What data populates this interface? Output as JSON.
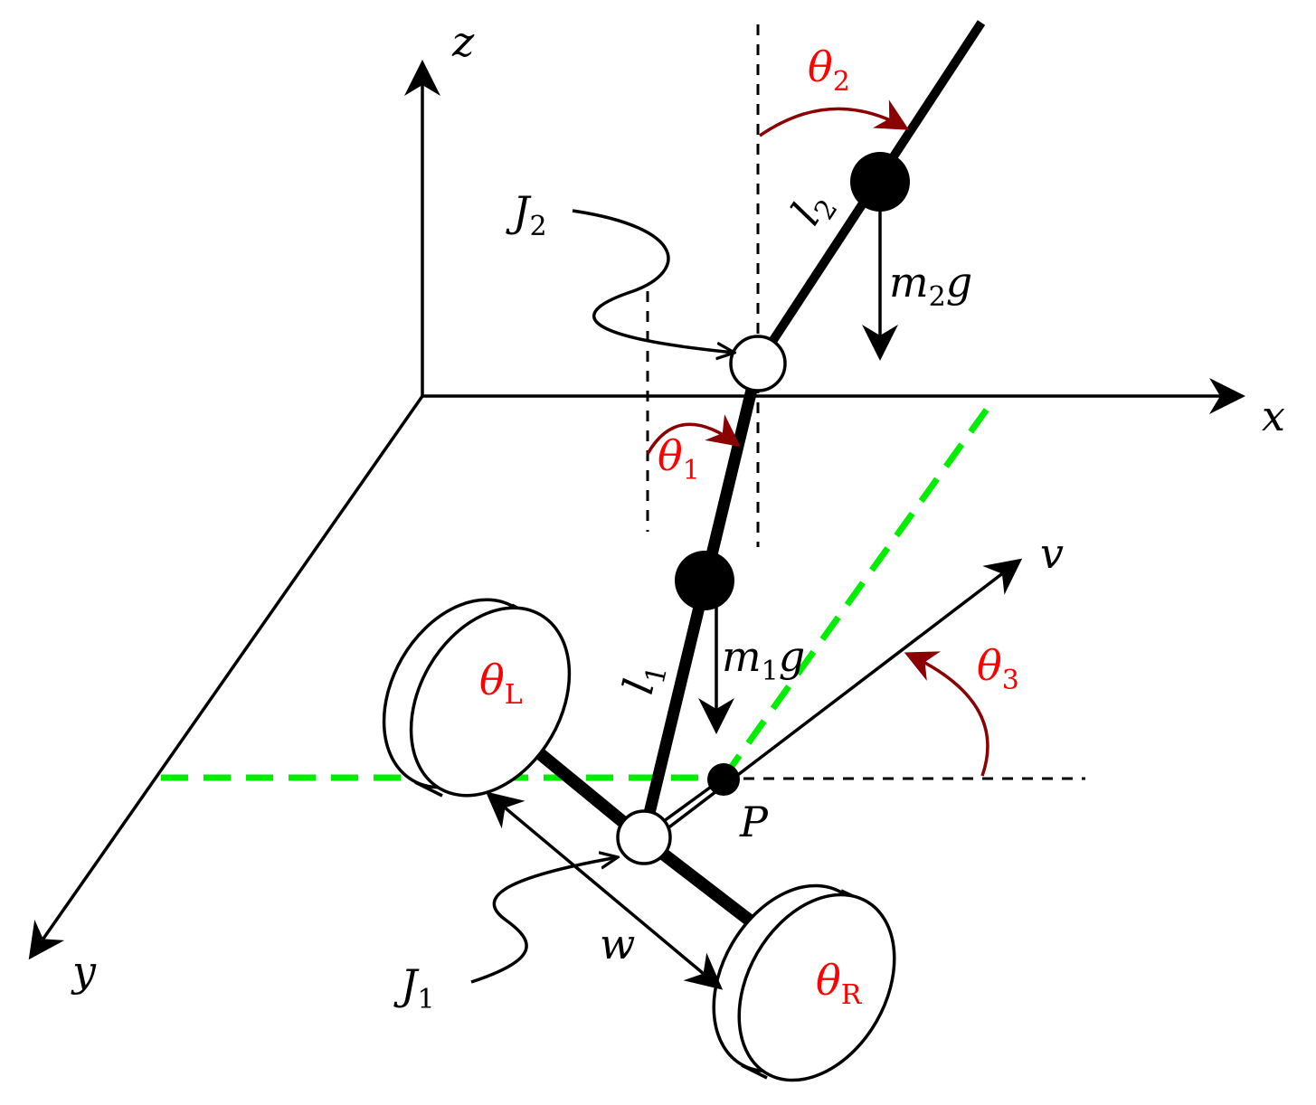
{
  "colors": {
    "ink": "#000000",
    "angle_arrow": "#8b0000",
    "angle_label": "#ff0000",
    "ground_line": "#00ee00"
  },
  "axes": {
    "x": "x",
    "y": "y",
    "z": "z",
    "v": "v"
  },
  "labels": {
    "theta1": {
      "sym": "θ",
      "sub": "1"
    },
    "theta2": {
      "sym": "θ",
      "sub": "2"
    },
    "theta3": {
      "sym": "θ",
      "sub": "3"
    },
    "thetaL": {
      "sym": "θ",
      "sub": "L"
    },
    "thetaR": {
      "sym": "θ",
      "sub": "R"
    },
    "l1": {
      "sym": "l",
      "sub": "1"
    },
    "l2": {
      "sym": "l",
      "sub": "2"
    },
    "m1g": {
      "pre": "m",
      "sub": "1",
      "post": "g"
    },
    "m2g": {
      "pre": "m",
      "sub": "2",
      "post": "g"
    },
    "J1": {
      "sym": "J",
      "sub": "1"
    },
    "J2": {
      "sym": "J",
      "sub": "2"
    },
    "P": "P",
    "w": "w"
  }
}
